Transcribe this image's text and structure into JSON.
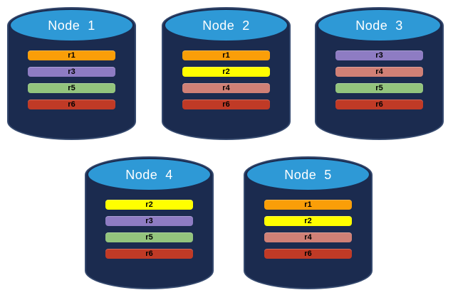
{
  "diagram": {
    "background": "#FFFFFF",
    "node_body_color": "#1B2B4F",
    "node_outline_color": "#35496E",
    "lid_color": "#2E99D6",
    "title_color": "#FFFFFF",
    "bar_text_color": "#000000",
    "partition_colors": {
      "r1": "#FA9E08",
      "r2": "#FFFF00",
      "r3": "#8E7CC3",
      "r4": "#D08076",
      "r5": "#93C47D",
      "r6": "#C03A26"
    },
    "nodes": [
      {
        "label": "Node  1",
        "partitions": [
          "r1",
          "r3",
          "r5",
          "r6"
        ]
      },
      {
        "label": "Node  2",
        "partitions": [
          "r1",
          "r2",
          "r4",
          "r6"
        ]
      },
      {
        "label": "Node  3",
        "partitions": [
          "r3",
          "r4",
          "r5",
          "r6"
        ]
      },
      {
        "label": "Node  4",
        "partitions": [
          "r2",
          "r3",
          "r5",
          "r6"
        ]
      },
      {
        "label": "Node  5",
        "partitions": [
          "r1",
          "r2",
          "r4",
          "r6"
        ]
      }
    ]
  }
}
